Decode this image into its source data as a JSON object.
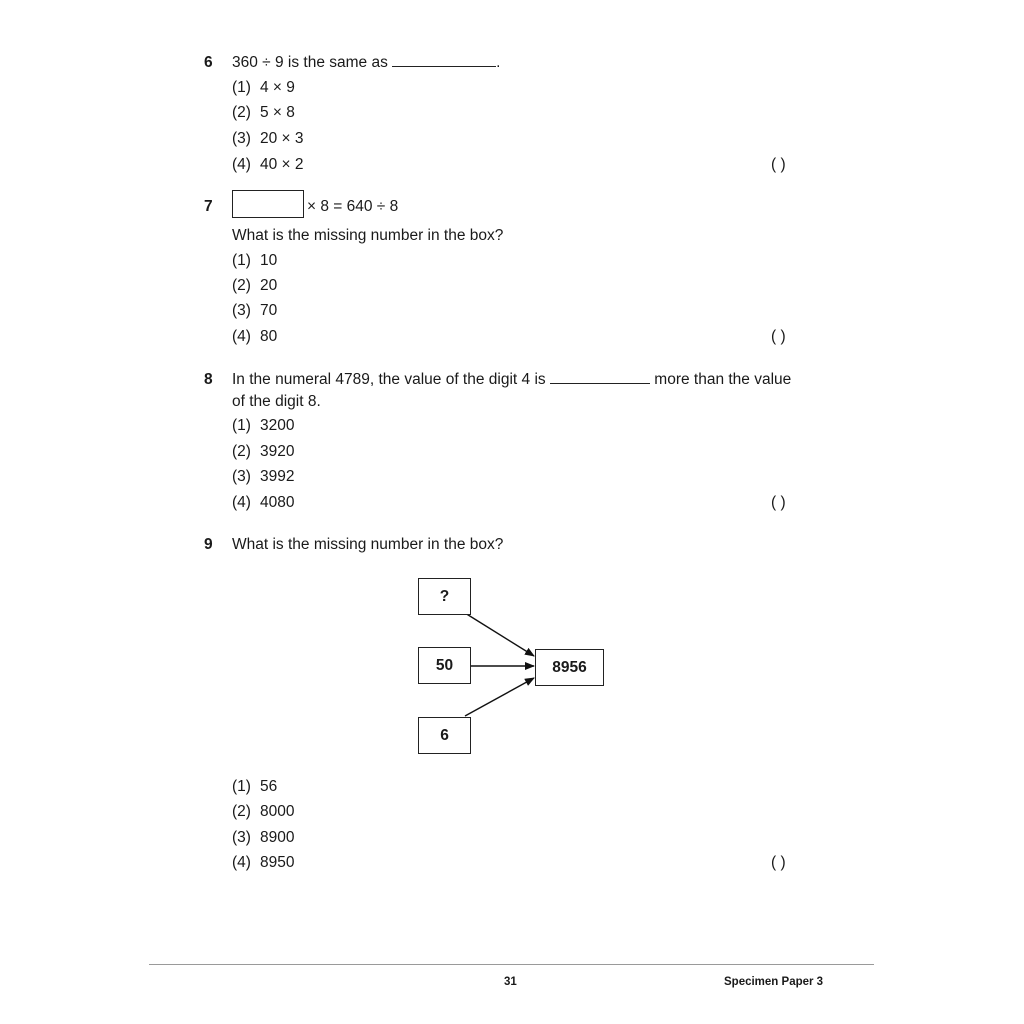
{
  "questions": [
    {
      "number": "6",
      "stem_before": "360 ÷ 9 is the same as",
      "stem_after": ".",
      "options": [
        {
          "label": "(1)",
          "text": "4 × 9"
        },
        {
          "label": "(2)",
          "text": "5 × 8"
        },
        {
          "label": "(3)",
          "text": "20 × 3"
        },
        {
          "label": "(4)",
          "text": "40 × 2"
        }
      ],
      "answer_paren": "(     )"
    },
    {
      "number": "7",
      "equation_after_box": "× 8 = 640 ÷ 8",
      "question": "What is the missing number in the box?",
      "options": [
        {
          "label": "(1)",
          "text": "10"
        },
        {
          "label": "(2)",
          "text": "20"
        },
        {
          "label": "(3)",
          "text": "70"
        },
        {
          "label": "(4)",
          "text": "80"
        }
      ],
      "answer_paren": "(     )"
    },
    {
      "number": "8",
      "stem_before": "In the numeral 4789, the value of the digit 4 is",
      "stem_after": "more than the value",
      "stem_line2": "of the digit 8.",
      "options": [
        {
          "label": "(1)",
          "text": "3200"
        },
        {
          "label": "(2)",
          "text": "3920"
        },
        {
          "label": "(3)",
          "text": "3992"
        },
        {
          "label": "(4)",
          "text": "4080"
        }
      ],
      "answer_paren": "(     )"
    },
    {
      "number": "9",
      "question": "What is the missing number in the box?",
      "diagram": {
        "inputs": [
          "?",
          "50",
          "6"
        ],
        "output": "8956"
      },
      "options": [
        {
          "label": "(1)",
          "text": "56"
        },
        {
          "label": "(2)",
          "text": "8000"
        },
        {
          "label": "(3)",
          "text": "8900"
        },
        {
          "label": "(4)",
          "text": "8950"
        }
      ],
      "answer_paren": "(     )"
    }
  ],
  "footer": {
    "page_number": "31",
    "paper_title": "Specimen Paper 3"
  }
}
